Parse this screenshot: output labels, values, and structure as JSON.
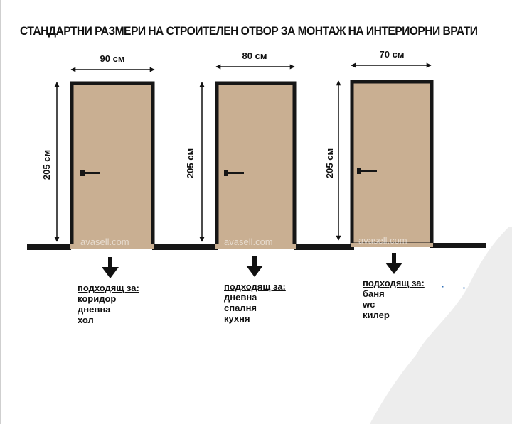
{
  "title": "СТАНДАРТНИ РАЗМЕРИ НА СТРОИТЕЛЕН ОТВОР ЗА МОНТАЖ НА ИНТЕРИОРНИ ВРАТИ",
  "watermark": "avasell.com",
  "suitable_label": "подходящ за:",
  "doors": [
    {
      "width_label": "90 см",
      "height_label": "205 см",
      "uses": [
        "коридор",
        "дневна",
        "хол"
      ]
    },
    {
      "width_label": "80 см",
      "height_label": "205 см",
      "uses": [
        "дневна",
        "спалня",
        "кухня"
      ]
    },
    {
      "width_label": "70 см",
      "height_label": "205 см",
      "uses": [
        "баня",
        "wc",
        "килер"
      ]
    }
  ],
  "colors": {
    "door_fill": "#c9af92",
    "frame": "#161616",
    "floor": "#161616",
    "text": "#111111"
  },
  "icons": [
    "down-arrow-icon",
    "double-headed-arrow-icon",
    "door-handle-icon"
  ]
}
